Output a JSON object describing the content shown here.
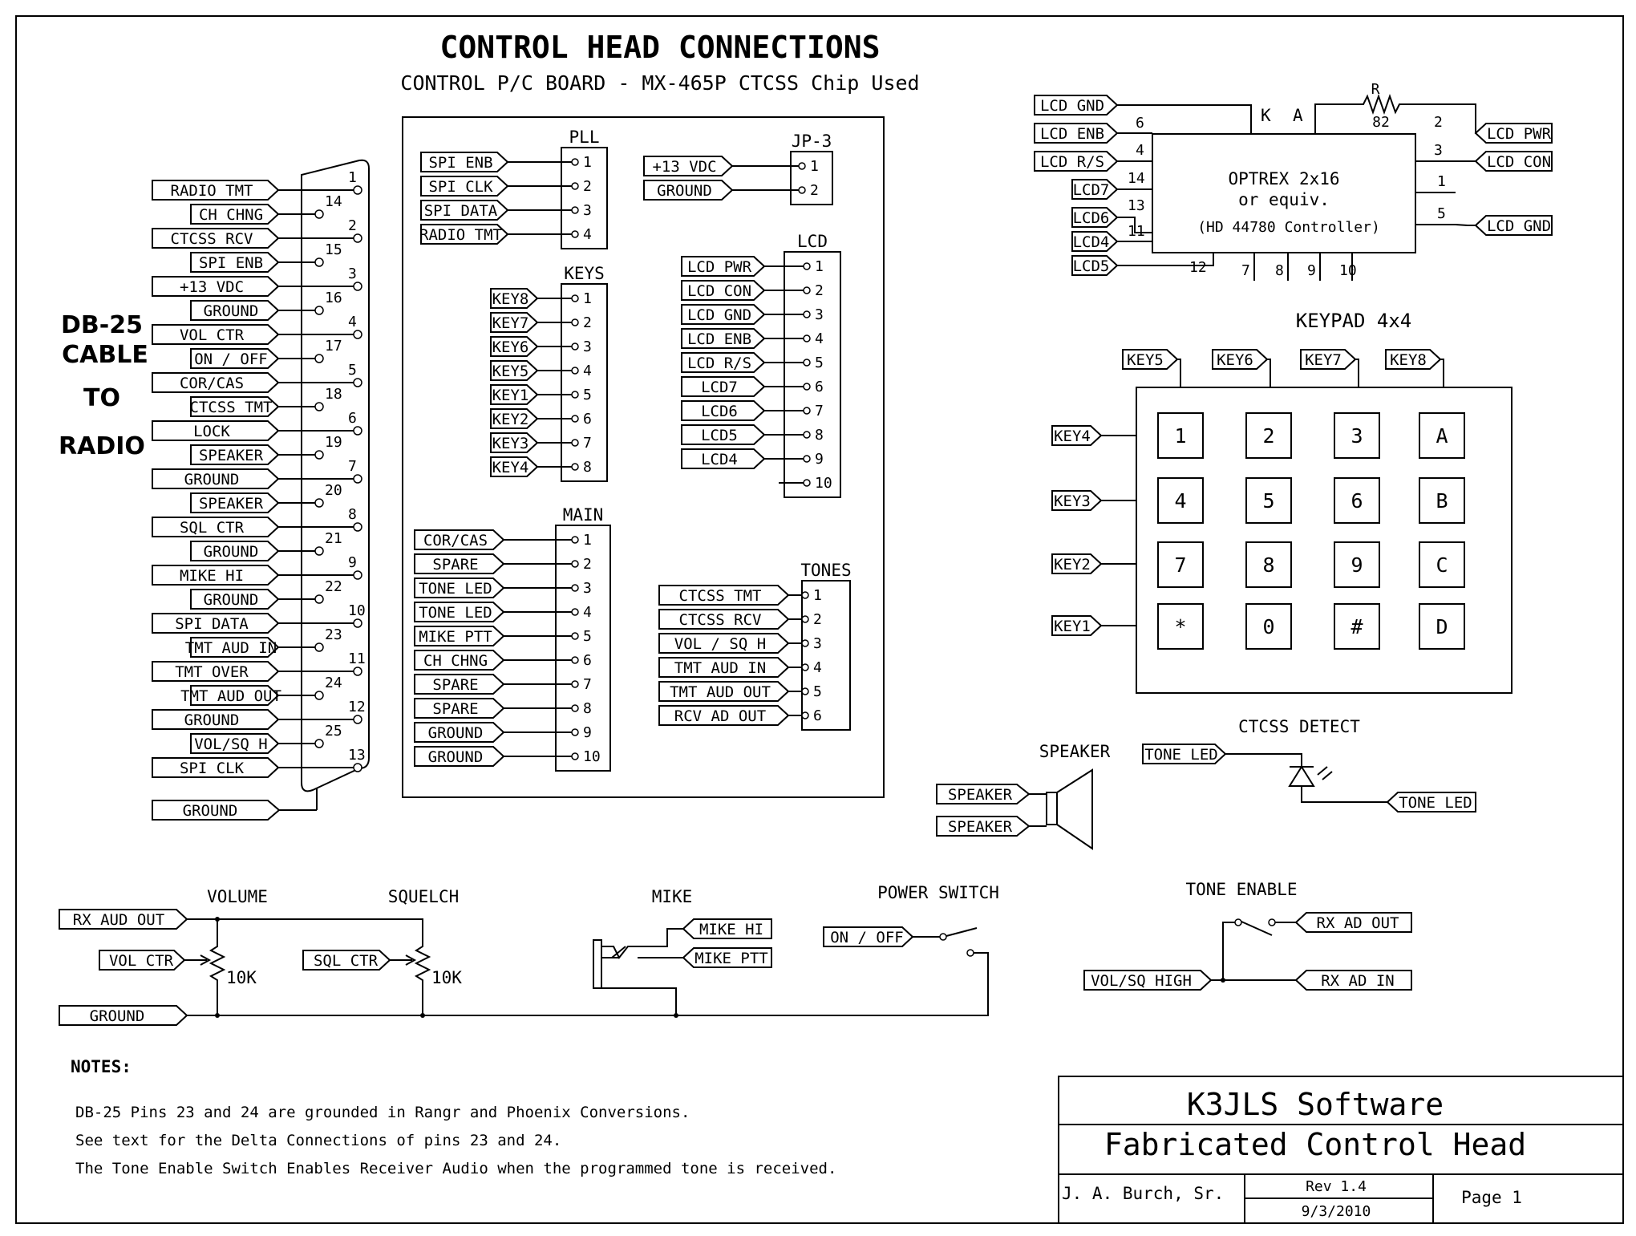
{
  "title": "CONTROL HEAD CONNECTIONS",
  "subtitle": "CONTROL P/C BOARD - MX-465P CTCSS Chip Used",
  "db25": {
    "side_label": [
      "DB-25",
      "CABLE",
      "TO",
      "RADIO"
    ],
    "signals": [
      "RADIO TMT",
      "CH CHNG",
      "CTCSS RCV",
      "SPI ENB",
      "+13 VDC",
      "GROUND",
      "VOL CTR",
      "ON / OFF",
      "COR/CAS",
      "CTCSS TMT",
      "LOCK",
      "SPEAKER",
      "GROUND",
      "SPEAKER",
      "SQL CTR",
      "GROUND",
      "MIKE HI",
      "GROUND",
      "SPI DATA",
      "TMT AUD IN",
      "TMT OVER",
      "TMT AUD OUT",
      "GROUND",
      "VOL/SQ H",
      "SPI CLK"
    ],
    "pins": [
      "1",
      "14",
      "2",
      "15",
      "3",
      "16",
      "4",
      "17",
      "5",
      "18",
      "6",
      "19",
      "7",
      "20",
      "8",
      "21",
      "9",
      "22",
      "10",
      "23",
      "11",
      "24",
      "12",
      "25",
      "13"
    ],
    "shell_signal": "GROUND"
  },
  "headers": {
    "pll": {
      "name": "PLL",
      "signals": [
        "SPI ENB",
        "SPI CLK",
        "SPI DATA",
        "RADIO TMT"
      ],
      "pins": [
        "1",
        "2",
        "3",
        "4"
      ]
    },
    "jp3": {
      "name": "JP-3",
      "signals": [
        "+13 VDC",
        "GROUND"
      ],
      "pins": [
        "1",
        "2"
      ]
    },
    "keys": {
      "name": "KEYS",
      "signals": [
        "KEY8",
        "KEY7",
        "KEY6",
        "KEY5",
        "KEY1",
        "KEY2",
        "KEY3",
        "KEY4"
      ],
      "pins": [
        "1",
        "2",
        "3",
        "4",
        "5",
        "6",
        "7",
        "8"
      ]
    },
    "lcd": {
      "name": "LCD",
      "signals": [
        "LCD PWR",
        "LCD CON",
        "LCD GND",
        "LCD ENB",
        "LCD R/S",
        "LCD7",
        "LCD6",
        "LCD5",
        "LCD4",
        ""
      ],
      "pins": [
        "1",
        "2",
        "3",
        "4",
        "5",
        "6",
        "7",
        "8",
        "9",
        "10"
      ]
    },
    "main": {
      "name": "MAIN",
      "signals": [
        "COR/CAS",
        "SPARE",
        "TONE LED",
        "TONE LED",
        "MIKE PTT",
        "CH CHNG",
        "SPARE",
        "SPARE",
        "GROUND",
        "GROUND"
      ],
      "pins": [
        "1",
        "2",
        "3",
        "4",
        "5",
        "6",
        "7",
        "8",
        "9",
        "10"
      ]
    },
    "tones": {
      "name": "TONES",
      "signals": [
        "CTCSS TMT",
        "CTCSS RCV",
        "VOL / SQ H",
        "TMT AUD IN",
        "TMT AUD OUT",
        "RCV AD OUT"
      ],
      "pins": [
        "1",
        "2",
        "3",
        "4",
        "5",
        "6"
      ]
    }
  },
  "lcd_module": {
    "line1": "OPTREX 2x16",
    "line2": "or equiv.",
    "line3": "(HD 44780 Controller)",
    "k": "K",
    "a": "A",
    "res_name": "R",
    "res_value": "82",
    "left_signals": [
      "LCD GND",
      "LCD ENB",
      "LCD R/S",
      "LCD7",
      "LCD6",
      "LCD4",
      "LCD5"
    ],
    "left_pins": [
      "6",
      "4",
      "14",
      "13",
      "11",
      "12"
    ],
    "bottom_pins": [
      "7",
      "8",
      "9",
      "10"
    ],
    "right_signals": [
      "LCD PWR",
      "LCD CON",
      "LCD GND"
    ],
    "right_pins": [
      "2",
      "3",
      "1",
      "5"
    ]
  },
  "keypad": {
    "title": "KEYPAD  4x4",
    "top_signals": [
      "KEY5",
      "KEY6",
      "KEY7",
      "KEY8"
    ],
    "left_signals": [
      "KEY4",
      "KEY3",
      "KEY2",
      "KEY1"
    ],
    "keys": [
      [
        "1",
        "2",
        "3",
        "A"
      ],
      [
        "4",
        "5",
        "6",
        "B"
      ],
      [
        "7",
        "8",
        "9",
        "C"
      ],
      [
        "*",
        "0",
        "#",
        "D"
      ]
    ]
  },
  "speaker": {
    "title": "SPEAKER",
    "signals": [
      "SPEAKER",
      "SPEAKER"
    ]
  },
  "ctcss_detect": {
    "title": "CTCSS DETECT",
    "in_signal": "TONE LED",
    "out_signal": "TONE LED"
  },
  "volume": {
    "title": "VOLUME",
    "value": "10K",
    "in_signal": "RX AUD OUT",
    "wiper_signal": "VOL CTR",
    "ground": "GROUND"
  },
  "squelch": {
    "title": "SQUELCH",
    "value": "10K",
    "wiper_signal": "SQL CTR"
  },
  "mike": {
    "title": "MIKE",
    "signals": [
      "MIKE HI",
      "MIKE PTT"
    ]
  },
  "power_switch": {
    "title": "POWER SWITCH",
    "signal": "ON / OFF"
  },
  "tone_enable": {
    "title": "TONE ENABLE",
    "in_signal": "VOL/SQ HIGH",
    "out_top": "RX AD OUT",
    "out_bottom": "RX AD IN"
  },
  "notes": {
    "heading": "NOTES:",
    "lines": [
      "DB-25 Pins 23 and 24 are grounded in Rangr and Phoenix Conversions.",
      "See text for the Delta Connections of pins 23 and 24.",
      "The Tone Enable Switch Enables Receiver Audio when the programmed tone is received."
    ]
  },
  "title_block": {
    "company": "K3JLS Software",
    "project": "Fabricated Control Head",
    "author": "J. A. Burch, Sr.",
    "rev": "Rev 1.4",
    "date": "9/3/2010",
    "page": "Page 1"
  }
}
